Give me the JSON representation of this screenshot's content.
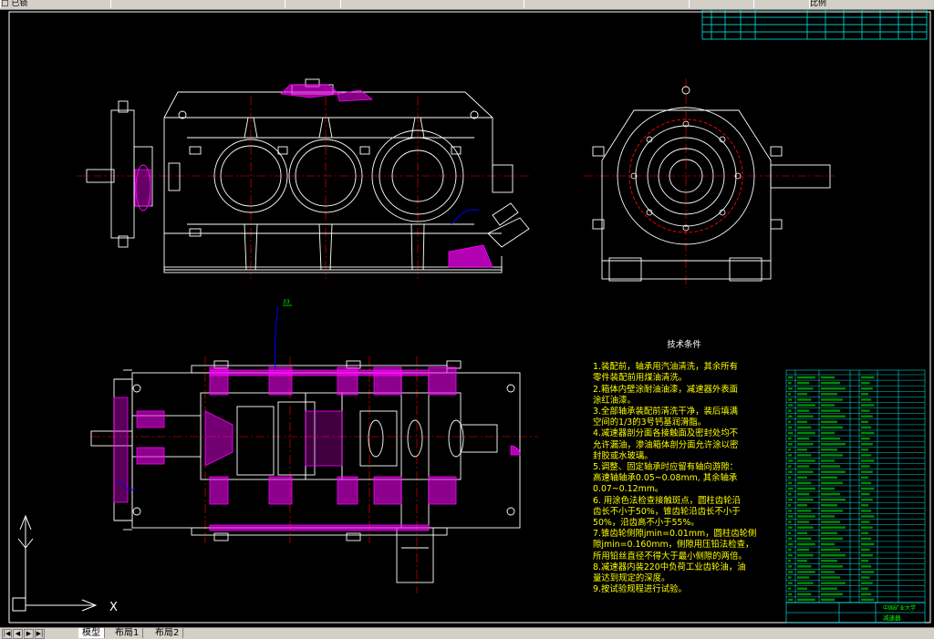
{
  "toolbar": {
    "segments": [
      "□ 已锁",
      "",
      "",
      "",
      "",
      "",
      "",
      "比例"
    ],
    "dropdown_glyph": "▼"
  },
  "drawing": {
    "callout_number": "33",
    "ucs_axis": "X",
    "colors": {
      "background": "#000000",
      "outline": "#ffffff",
      "centerline": "#ff0000",
      "hatch": "#ff00ff",
      "notes": "#ffff00",
      "titleblock": "#00ffff",
      "leader": "#0000ff"
    },
    "tech_requirements": {
      "title": "技术条件",
      "lines": [
        "1.装配前，轴承用汽油清洗，其余所有",
        "零件装配前用煤油清洗。",
        "2.箱体内壁涂耐油油漆，减速器外表面",
        "涂红油漆。",
        "3.全部轴承装配前清洗干净，装后填满",
        "空间的1/3的3号钙基润滑脂。",
        "4.减速器剖分面各接触面及密封处均不",
        "允许漏油，渗油箱体剖分面允许涂以密",
        "封胶或水玻璃。",
        "5.调整、固定轴承时应留有轴向游隙：",
        "高速轴轴承0.05~0.08mm, 其余轴承",
        "0.07~0.12mm。",
        "6. 用涂色法检查接触斑点，圆柱齿轮沿",
        "齿长不小于50%，锥齿轮沿齿长不小于",
        "50%，沿齿高不小于55%。",
        "7.锥齿轮侧隙jmin=0.01mm，圆柱齿轮侧",
        "隙jmin=0.160mm，侧隙用压铅法检查，",
        "所用铅丝直径不得大于最小侧隙的两倍。",
        "8.减速器内装220中负荷工业齿轮油，油",
        "量达到规定的深度。",
        "9.按试验规程进行试验。"
      ]
    },
    "title_block": {
      "school": "中国矿业大学",
      "drawing_name": "减速器"
    }
  },
  "layout_tabs": {
    "nav_buttons": [
      "|◀",
      "◀",
      "▶",
      "▶|"
    ],
    "items": [
      {
        "label": "模型",
        "active": true
      },
      {
        "label": "布局1",
        "active": false
      },
      {
        "label": "布局2",
        "active": false
      }
    ]
  }
}
